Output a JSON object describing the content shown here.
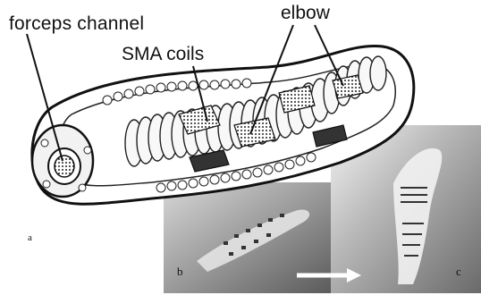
{
  "labels": {
    "forceps_channel": "forceps channel",
    "sma_coils": "SMA coils",
    "elbow": "elbow",
    "panel_a": "a",
    "panel_b": "b",
    "panel_c": "c"
  },
  "colors": {
    "ink": "#111111",
    "photo_background": "#8c8c8c",
    "arrow": "#ffffff"
  }
}
